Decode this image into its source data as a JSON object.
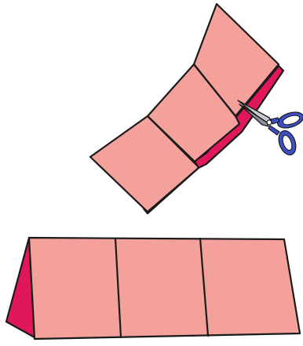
{
  "illustration": {
    "description_visible_text": "",
    "colors": {
      "paper_front": "#f4a19c",
      "paper_back": "#e0185a",
      "outline": "#1a1a1a",
      "scissors_handle": "#3d4fc4",
      "scissors_handle_inner": "#ffffff",
      "scissors_blade": "#c9ccd3",
      "scissors_blade_dark": "#8f949e"
    },
    "top_strip": {
      "panel_count": 3,
      "state": "being-cut"
    },
    "bottom_strip": {
      "panel_count": 3,
      "state": "folded-standing"
    },
    "scissors": {
      "icon": "scissors-icon"
    }
  }
}
